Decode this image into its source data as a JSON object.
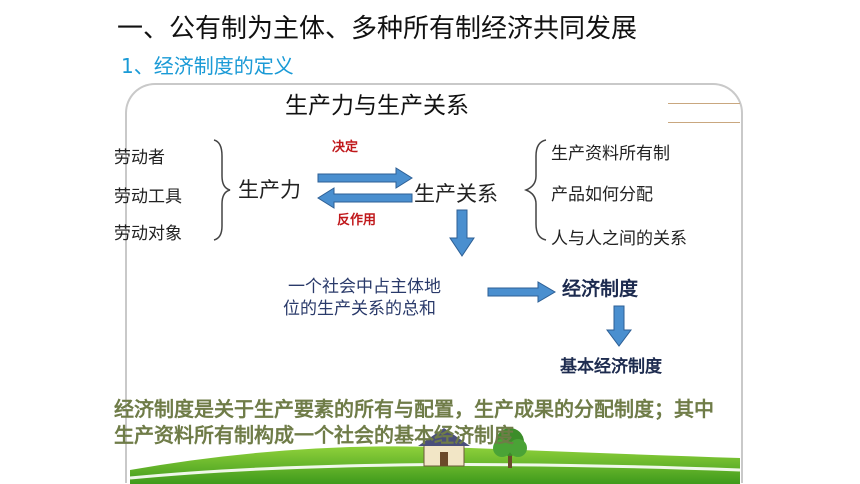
{
  "slide": {
    "title": "一、公有制为主体、多种所有制经济共同发展",
    "subtitle": "1、经济制度的定义"
  },
  "diagram": {
    "heading": "生产力与生产关系",
    "factors": [
      "劳动者",
      "劳动工具",
      "劳动对象"
    ],
    "productive_forces": "生产力",
    "relations_of_production": "生产关系",
    "determines_label": "决定",
    "reaction_label": "反作用",
    "relation_items": [
      "生产资料所有制",
      "产品如何分配",
      "人与人之间的关系"
    ],
    "dominant_relations_line1": "一个社会中占主体地",
    "dominant_relations_line2": "位的生产关系的总和",
    "economic_system": "经济制度",
    "basic_economic_system": "基本经济制度",
    "arrow_color": "#4a8fcf"
  },
  "caption": "经济制度是关于生产要素的所有与配置，生产成果的分配制度；其中生产资料所有制构成一个社会的基本经济制度"
}
